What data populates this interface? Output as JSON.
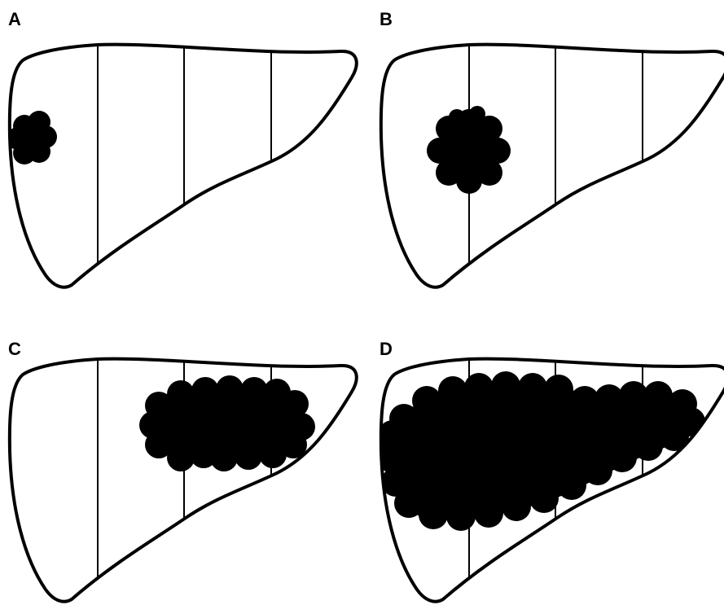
{
  "panels": [
    {
      "label": "A"
    },
    {
      "label": "B"
    },
    {
      "label": "C"
    },
    {
      "label": "D"
    }
  ],
  "colors": {
    "outline": "#000000",
    "fill": "#000000",
    "background": "#ffffff"
  }
}
